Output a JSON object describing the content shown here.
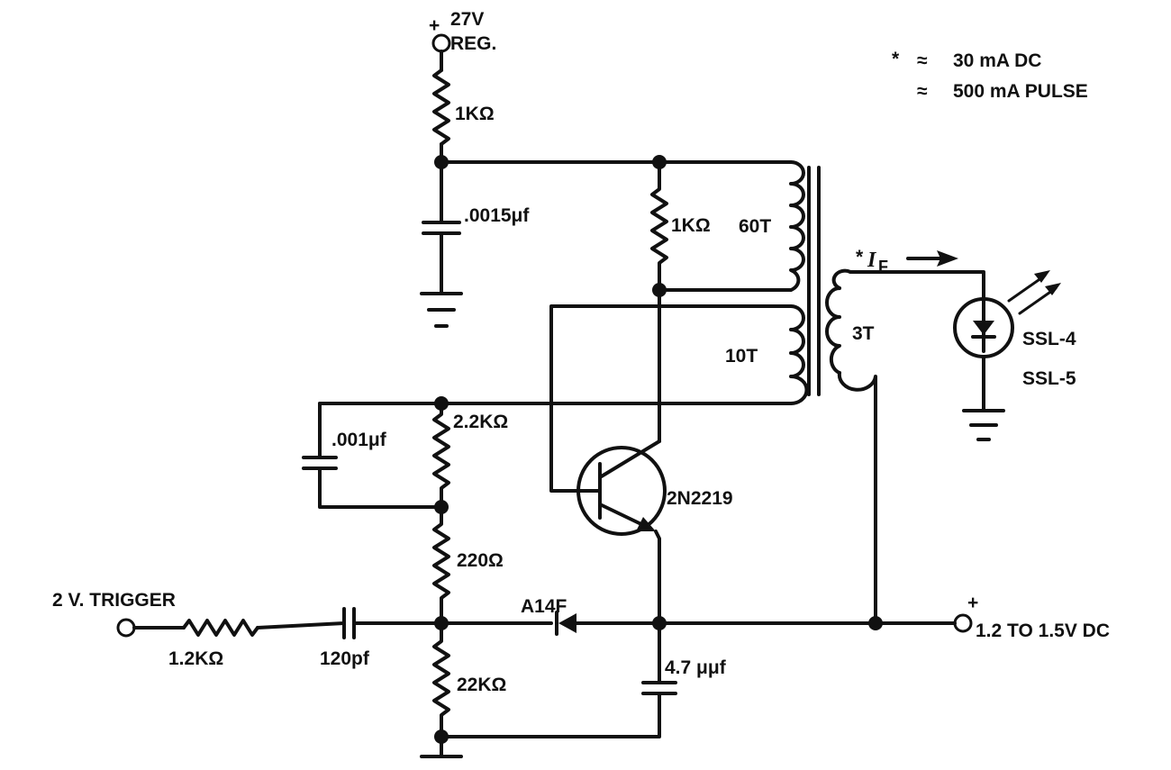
{
  "labels": {
    "supply_plus": "+",
    "supply_voltage": "27V",
    "supply_reg": "REG.",
    "r_top": "1KΩ",
    "c_decouple": ".0015μf",
    "r_collector": "1KΩ",
    "winding_primary": "60T",
    "winding_feedback": "10T",
    "winding_secondary": "3T",
    "current_star": "*",
    "current_symbol": "I",
    "current_subscript": "F",
    "led_name_1": "SSL-4",
    "led_name_2": "SSL-5",
    "c_feedback": ".001μf",
    "r_base_1": "2.2KΩ",
    "transistor": "2N2219",
    "r_base_2": "220Ω",
    "trigger": "2 V. TRIGGER",
    "r_trigger": "1.2KΩ",
    "c_trigger": "120pf",
    "diode": "A14F",
    "r_bottom": "22KΩ",
    "c_emitter": "4.7 μμf",
    "output_plus": "+",
    "output_voltage": "1.2 TO 1.5V DC"
  },
  "notes": {
    "star": "*",
    "dc_symbol": "≈",
    "dc_value": "30 mA DC",
    "pulse_symbol": "≈",
    "pulse_value": "500 mA PULSE"
  }
}
